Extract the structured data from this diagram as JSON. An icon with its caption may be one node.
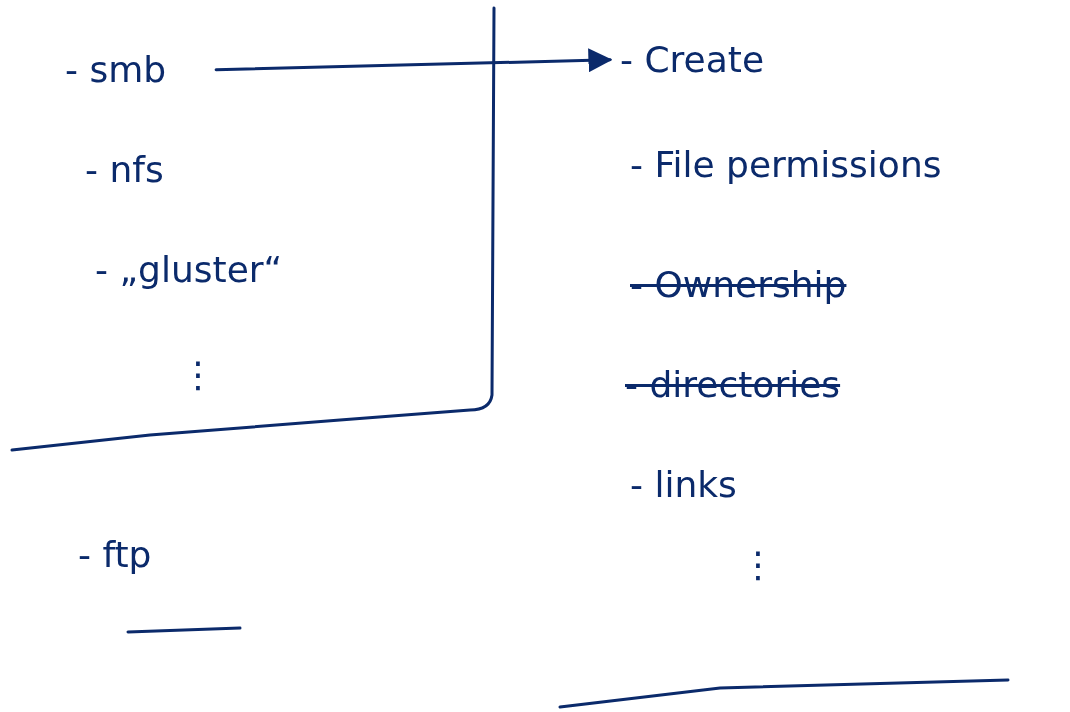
{
  "diagram": {
    "nodes": [
      {
        "text": [
          "- smb"
        ]
      },
      {
        "text": [
          "- Create"
        ]
      }
    ],
    "edges": [
      {
        "from": 0,
        "to": 1,
        "arrow": "to"
      }
    ],
    "labels": [
      "- nfs",
      "- „gluster“",
      "⋮",
      "- ftp",
      "- File permissions",
      "- Ownership",
      "- directories",
      "- links",
      "⋮"
    ]
  }
}
